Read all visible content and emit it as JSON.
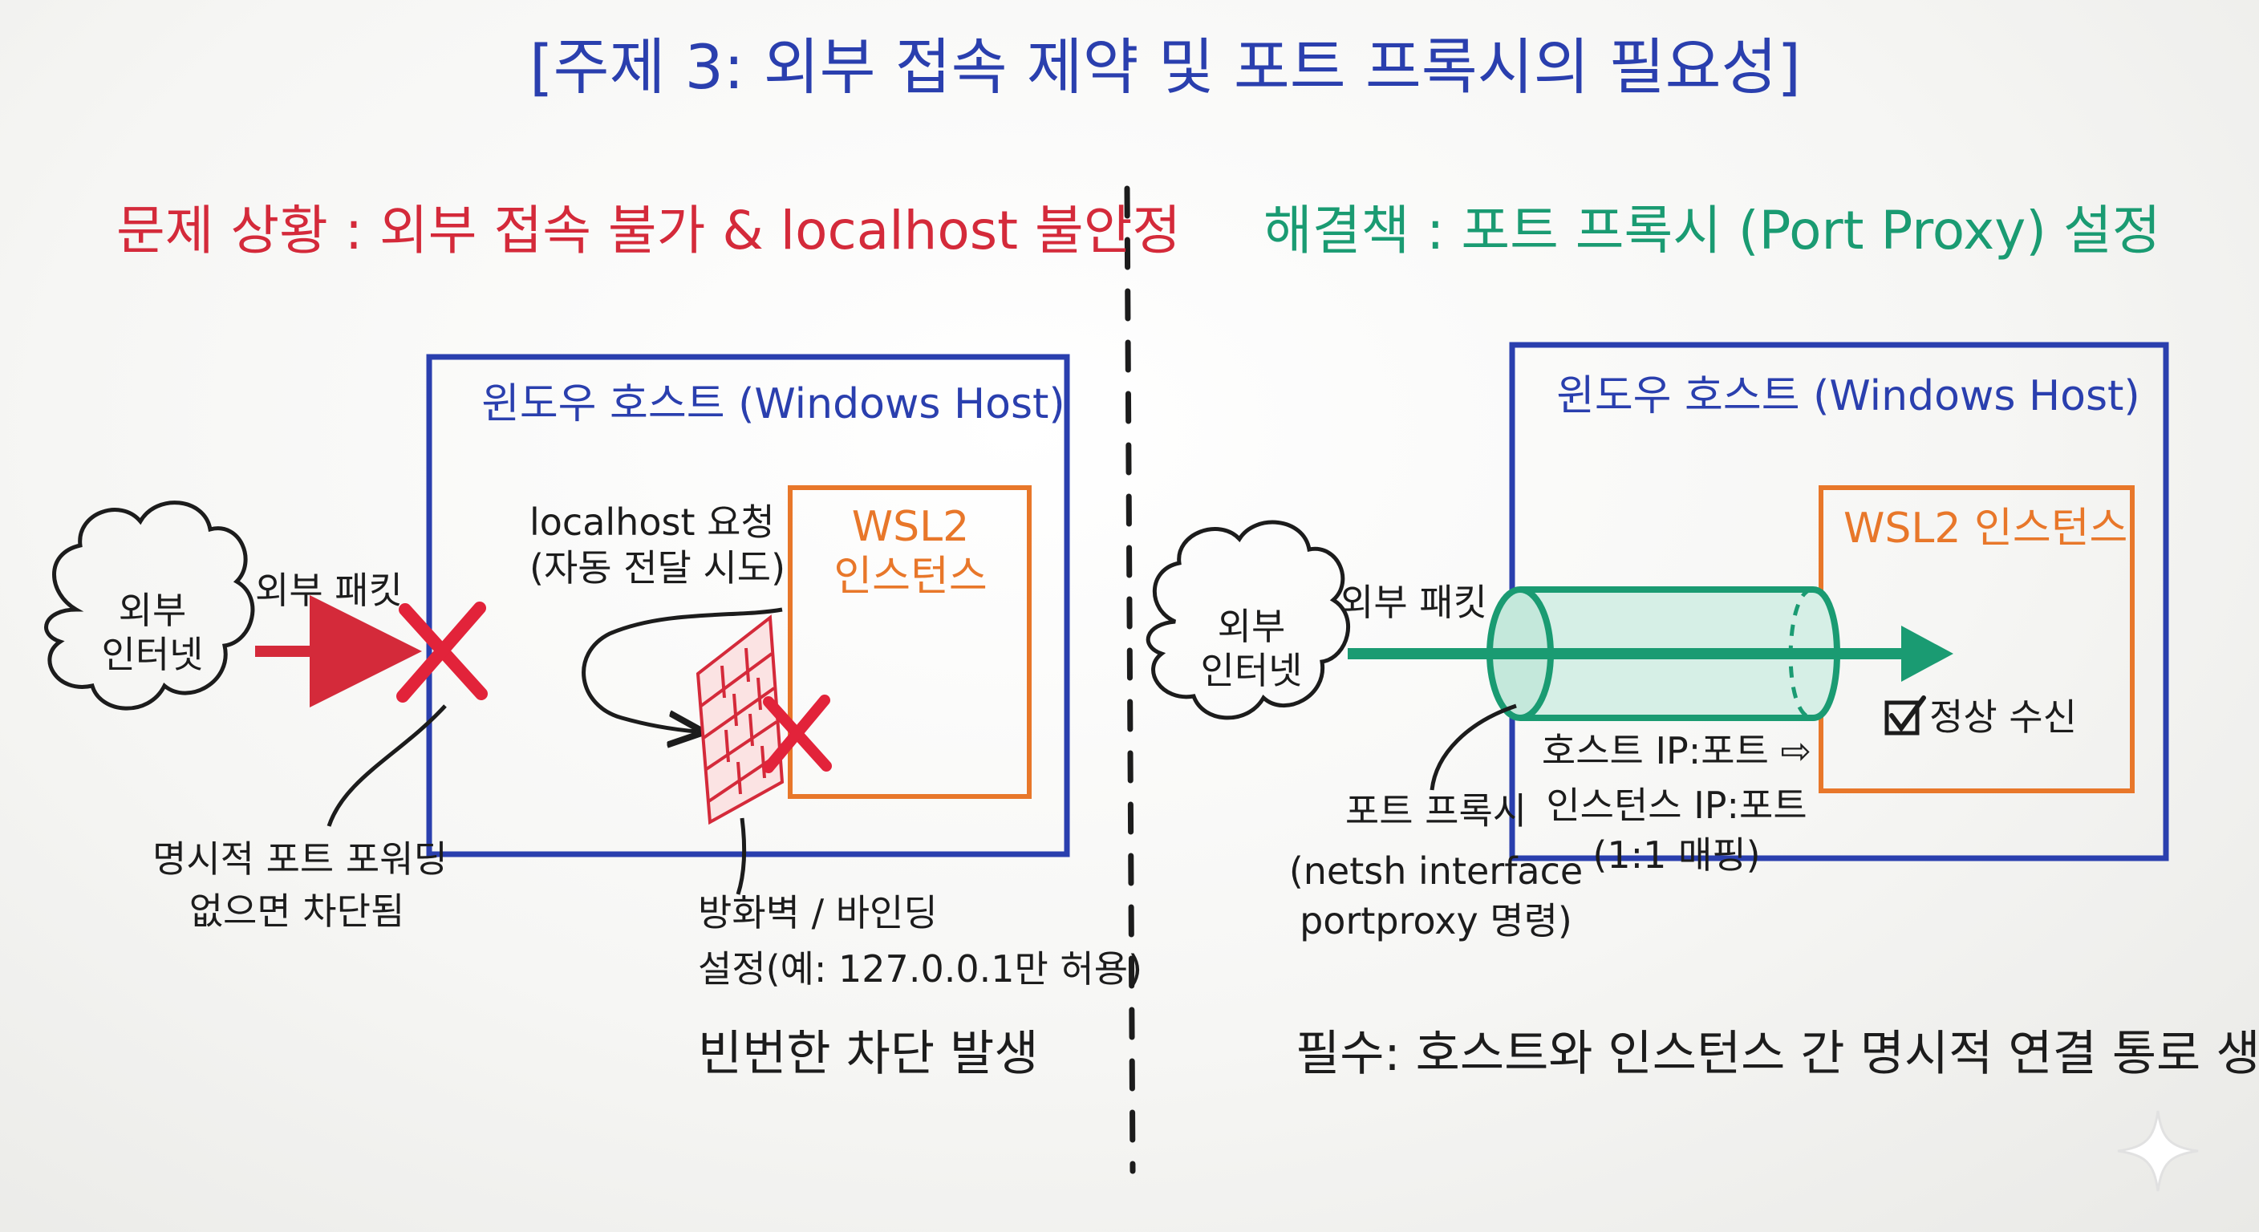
{
  "title": "[주제 3: 외부 접속 제약 및 포트 프록시의 필요성]",
  "left": {
    "heading": "문제 상황 : 외부 접속 불가 & localhost 불안정",
    "cloud": [
      "외부",
      "인터넷"
    ],
    "packet_label": "외부 패킷",
    "host_label": "윈도우 호스트 (Windows Host)",
    "localhost_request": [
      "localhost 요청",
      "(자동 전달 시도)"
    ],
    "wsl_label": [
      "WSL2",
      "인스턴스"
    ],
    "port_note": [
      "명시적 포트 포워딩",
      "없으면 차단됨"
    ],
    "firewall_note": [
      "방화벽 / 바인딩",
      "설정(예: 127.0.0.1만 허용)"
    ],
    "result": "빈번한 차단 발생"
  },
  "right": {
    "heading": "해결책 : 포트 프록시 (Port Proxy) 설정",
    "cloud": [
      "외부",
      "인터넷"
    ],
    "packet_label": "외부 패킷",
    "host_label": "윈도우 호스트 (Windows Host)",
    "wsl_label": "WSL2 인스턴스",
    "received": "정상 수신",
    "mapping": [
      "호스트 IP:포트 ⇨",
      "인스턴스 IP:포트",
      "(1:1 매핑)"
    ],
    "proxy_note": [
      "포트 프록시",
      "(netsh interface",
      "portproxy 명령)"
    ],
    "requirement": "필수: 호스트와 인스턴스 간 명시적 연결 통로 생성"
  },
  "colors": {
    "title_blue": "#2a3fae",
    "problem_red": "#d42a3a",
    "solution_green": "#1a9b72",
    "wsl_orange": "#e8772a"
  }
}
